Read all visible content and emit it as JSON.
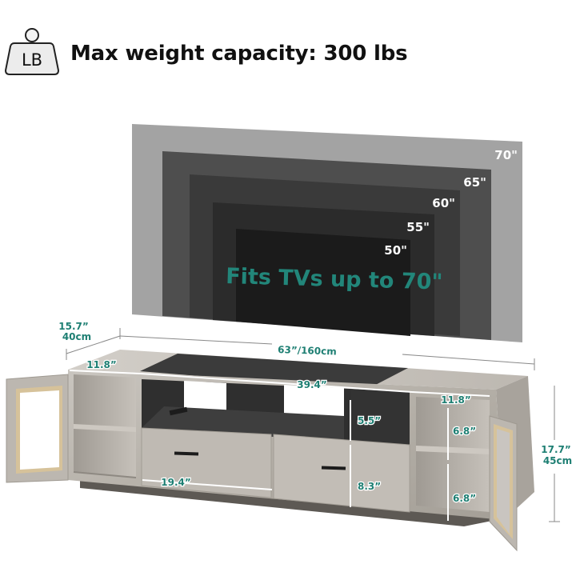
{
  "header": {
    "icon": "weight-lb-icon",
    "icon_label": "LB",
    "title": "Max weight capacity: 300 lbs"
  },
  "tv_sizes": [
    {
      "label": "70\"",
      "color": "#a3a3a3"
    },
    {
      "label": "65\"",
      "color": "#4e4e4e"
    },
    {
      "label": "60\"",
      "color": "#3a3a3a"
    },
    {
      "label": "55\"",
      "color": "#2b2b2b"
    },
    {
      "label": "50\"",
      "color": "#1b1b1b"
    }
  ],
  "tv_caption": "Fits TVs up to 70\"",
  "accent_color": "#22867a",
  "dimensions": {
    "depth_in": "15.7”",
    "depth_cm": "40cm",
    "width": "63”/160cm",
    "height_in": "17.7”",
    "height_cm": "45cm",
    "left_cabinet_width": "11.8”",
    "right_cabinet_width": "11.8”",
    "center_width": "39.4”",
    "drawer_width": "19.4”",
    "open_shelf_height": "5.5”",
    "drawer_height": "8.3”",
    "cabinet_upper_height": "6.8”",
    "cabinet_lower_height": "6.8”"
  }
}
